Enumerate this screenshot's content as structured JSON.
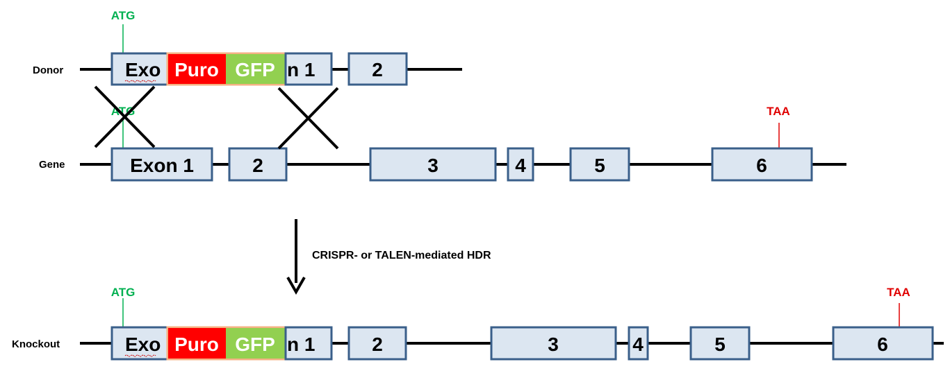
{
  "rows": {
    "donor": {
      "label": "Donor",
      "exon1_head": "Exo",
      "exon1_tail": "n 1",
      "exon2": "2",
      "start_codon": "ATG"
    },
    "gene": {
      "label": "Gene",
      "exons": [
        "Exon 1",
        "2",
        "3",
        "4",
        "5",
        "6"
      ],
      "start_codon": "ATG",
      "stop_codon": "TAA"
    },
    "knockout": {
      "label": "Knockout",
      "exon1_head": "Exo",
      "exon1_tail": "n 1",
      "exons_rest": [
        "2",
        "3",
        "4",
        "5",
        "6"
      ],
      "start_codon": "ATG",
      "stop_codon": "TAA"
    }
  },
  "insert": {
    "segments": [
      "Puro",
      "GFP"
    ]
  },
  "process_label": "CRISPR- or TALEN-mediated HDR",
  "colors": {
    "exon_fill": "#dce6f1",
    "exon_stroke": "#3a5f8a",
    "puro": "#ff0000",
    "gfp": "#92d050",
    "insert_border": "#f4b183",
    "start_codon": "#00b050",
    "stop_codon": "#e00000",
    "line": "#000000"
  }
}
